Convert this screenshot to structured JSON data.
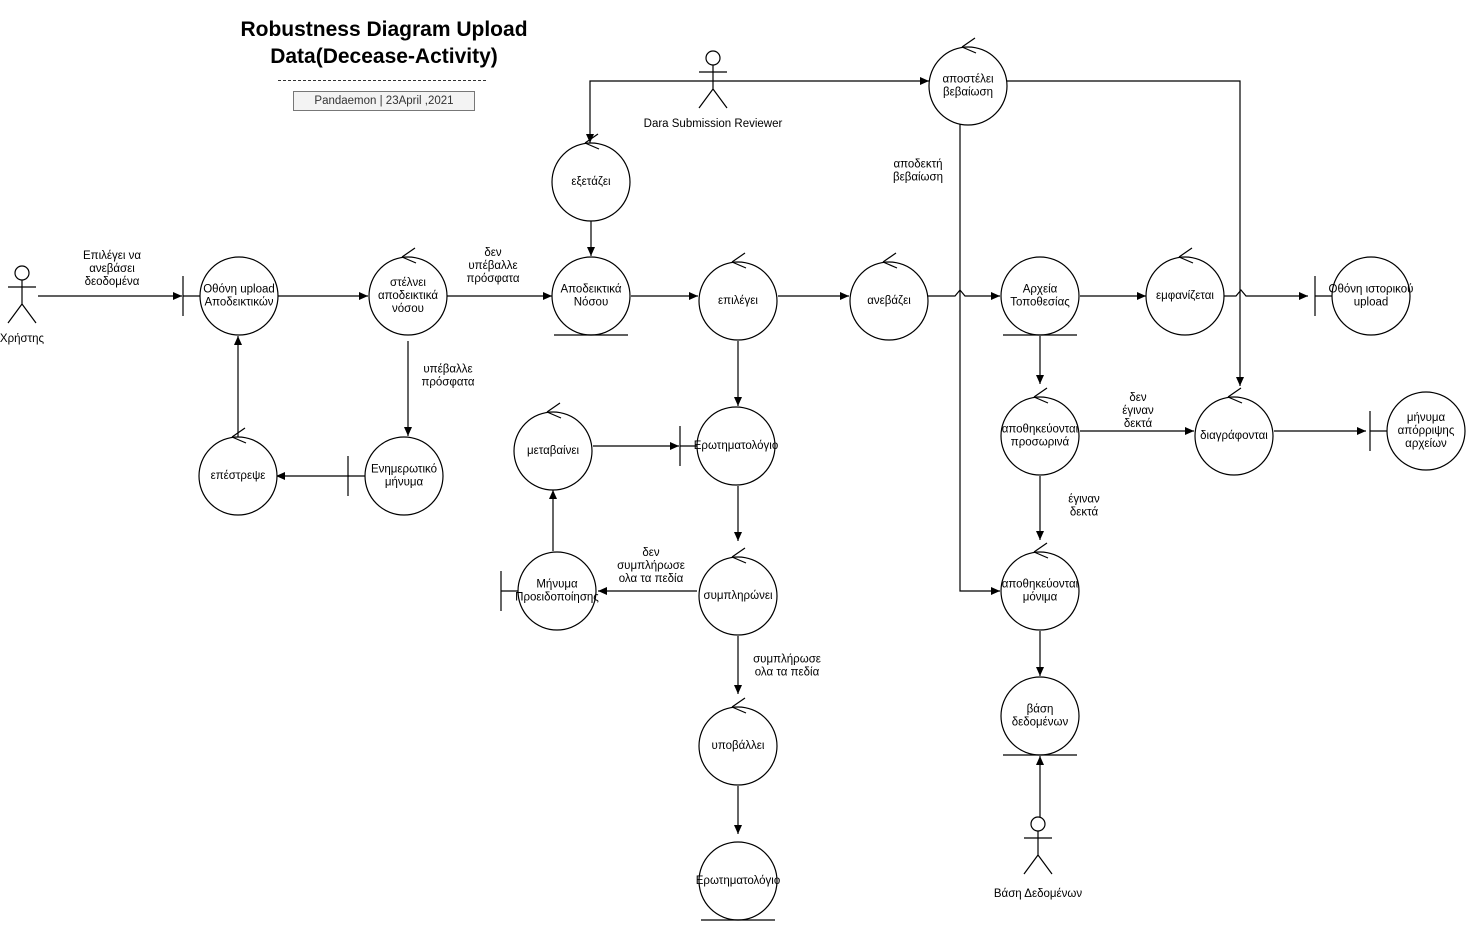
{
  "title_line1": "Robustness Diagram Upload",
  "title_line2": "Data(Decease-Activity)",
  "subtitle": "Pandaemon | 23April ,2021",
  "actors": {
    "user": "Χρήστης",
    "reviewer": "Dara Submission Reviewer",
    "database": "Βάση Δεδομένων"
  },
  "nodes": {
    "upload_screen": [
      "Οθόνη upload",
      "Αποδεικτικών"
    ],
    "sends_proof": [
      "στέλνει",
      "αποδεικτικά",
      "νόσου"
    ],
    "info_message": [
      "Ενημερωτικό",
      "μήνυμα"
    ],
    "returns": [
      "επέστρεψε"
    ],
    "examines": [
      "εξετάζει"
    ],
    "disease_proof": [
      "Αποδεικτικά",
      "Νόσου"
    ],
    "selects": [
      "επιλέγει"
    ],
    "uploads": [
      "ανεβάζει"
    ],
    "sends_confirmation": [
      "αποστέλει",
      "βεβαίωση"
    ],
    "location_files": [
      "Αρχεία",
      "Τοποθεσίας"
    ],
    "displayed": [
      "εμφανίζεται"
    ],
    "history_screen": [
      "Οθόνη ιστορικού",
      "upload"
    ],
    "goes_to": [
      "μεταβαίνει"
    ],
    "questionnaire1": [
      "Ερωτηματολόγιο"
    ],
    "warning_message": [
      "Μήνυμα",
      "Προειδοποίησης"
    ],
    "fills": [
      "συμπληρώνει"
    ],
    "submits": [
      "υποβάλλει"
    ],
    "questionnaire2": [
      "Ερωτηματολόγιο"
    ],
    "stored_temp": [
      "αποθηκεύονται",
      "προσωρινά"
    ],
    "deleted": [
      "διαγράφονται"
    ],
    "rejection_message": [
      "μήνυμα",
      "απόρριψης",
      "αρχείων"
    ],
    "stored_perm": [
      "αποθηκεύονται",
      "μόνιμα"
    ],
    "database_entity": [
      "βάση",
      "δεδομένων"
    ]
  },
  "edge_labels": {
    "user_to_screen": [
      "Επιλέγει να",
      "ανεβάσει",
      "δεοδομένα"
    ],
    "not_submitted": [
      "δεν",
      "υπέβαλλε",
      "πρόσφατα"
    ],
    "submitted": [
      "υπέβαλλε",
      "πρόσφατα"
    ],
    "accepted_confirmation": [
      "αποδεκτή",
      "βεβαίωση"
    ],
    "not_accepted": [
      "δεν",
      "έγιναν",
      "δεκτά"
    ],
    "accepted": [
      "έγιναν",
      "δεκτά"
    ],
    "not_all_fields": [
      "δεν",
      "συμπλήρωσε",
      "ολα τα πεδία"
    ],
    "all_fields": [
      "συμπλήρωσε",
      "ολα τα πεδία"
    ]
  }
}
